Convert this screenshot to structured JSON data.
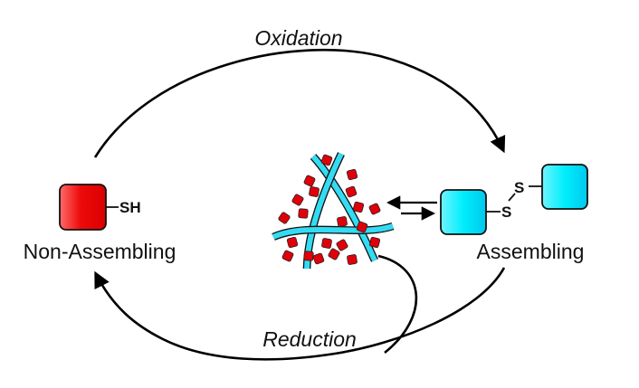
{
  "diagram": {
    "title": "Redox-controlled self-assembly cycle",
    "labels": {
      "oxidation": "Oxidation",
      "reduction": "Reduction",
      "non_assembling": "Non-Assembling",
      "assembling": "Assembling"
    },
    "monomer": {
      "thiol_group": "SH",
      "color": "#e8000b"
    },
    "dimer": {
      "disulfide_atom_1": "S",
      "disulfide_atom_2": "S",
      "color": "#00e5f5"
    },
    "fiber_network": {
      "fiber_color": "#2fd4ef",
      "monomer_dot_color": "#e0000a",
      "dot_count": 21
    },
    "equilibrium": "dimer <-> fiber network",
    "arrows": [
      {
        "from": "Non-Assembling",
        "to": "Assembling",
        "label": "Oxidation"
      },
      {
        "from": "Assembling",
        "to": "Non-Assembling",
        "label": "Reduction"
      },
      {
        "from": "fiber network",
        "to": "Non-Assembling",
        "label": "Reduction"
      }
    ]
  }
}
